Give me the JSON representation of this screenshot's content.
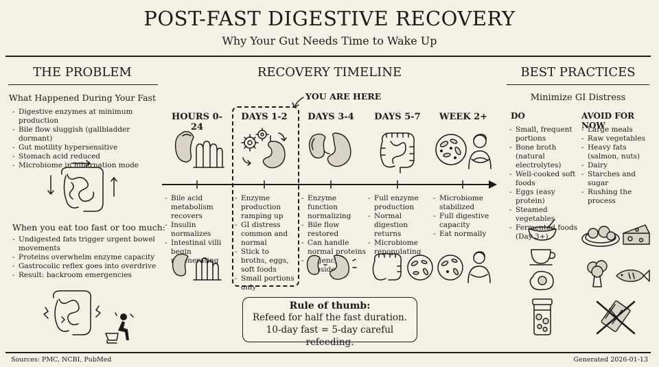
{
  "header": {
    "title": "POST-FAST DIGESTIVE RECOVERY",
    "subtitle": "Why Your Gut Needs Time to Wake Up"
  },
  "problem": {
    "heading": "THE PROBLEM",
    "during_title": "What Happened During Your Fast",
    "during_items": [
      "Digestive enzymes at minimum production",
      "Bile flow sluggish (gallbladder dormant)",
      "Gut motility hypersensitive",
      "Stomach acid reduced",
      "Microbiome in hibernation mode"
    ],
    "eat_title": "When you eat too fast or too much:",
    "eat_items": [
      "Undigested fats trigger urgent bowel movements",
      "Proteins overwhelm enzyme capacity",
      "Gastrocolic reflex goes into overdrive",
      "Result: backroom emergencies"
    ]
  },
  "timeline": {
    "heading": "RECOVERY TIMELINE",
    "you_are_here": "YOU ARE HERE",
    "phases": [
      {
        "label": "HOURS 0-24",
        "items": [
          "Bile acid metabolism recovers",
          "Insulin normalizes",
          "Intestinal villi begin regenerating"
        ]
      },
      {
        "label": "DAYS 1-2",
        "items": [
          "Enzyme production ramping up",
          "GI distress common and normal",
          "Stick to broths, eggs, soft foods",
          "Small portions only"
        ]
      },
      {
        "label": "DAYS 3-4",
        "items": [
          "Enzyme function normalizing",
          "Bile flow restored",
          "Can handle normal proteins",
          "Urgency subsides"
        ]
      },
      {
        "label": "DAYS 5-7",
        "items": [
          "Full enzyme production",
          "Normal digestion returns",
          "Microbiome repopulating"
        ]
      },
      {
        "label": "WEEK 2+",
        "items": [
          "Microbiome stabilized",
          "Full digestive capacity",
          "Eat normally"
        ]
      }
    ],
    "rule": {
      "heading": "Rule of thumb:",
      "line1": "Refeed for half the fast duration.",
      "line2": "10-day fast = 5-day careful refeeding."
    }
  },
  "practices": {
    "heading": "BEST PRACTICES",
    "subheading": "Minimize GI Distress",
    "do_label": "DO",
    "do_items": [
      "Small, frequent portions",
      "Bone broth (natural electrolytes)",
      "Well-cooked soft foods",
      "Eggs (easy protein)",
      "Steamed vegetables",
      "Fermented foods (Day 3+)"
    ],
    "avoid_label": "AVOID FOR NOW",
    "avoid_items": [
      "Large meals",
      "Raw vegetables",
      "Heavy fats (salmon, nuts)",
      "Dairy",
      "Starches and sugar",
      "Rushing the process"
    ]
  },
  "footer": {
    "sources": "Sources: PMC, NCBI, PubMed",
    "generated": "Generated 2026-01-13"
  }
}
